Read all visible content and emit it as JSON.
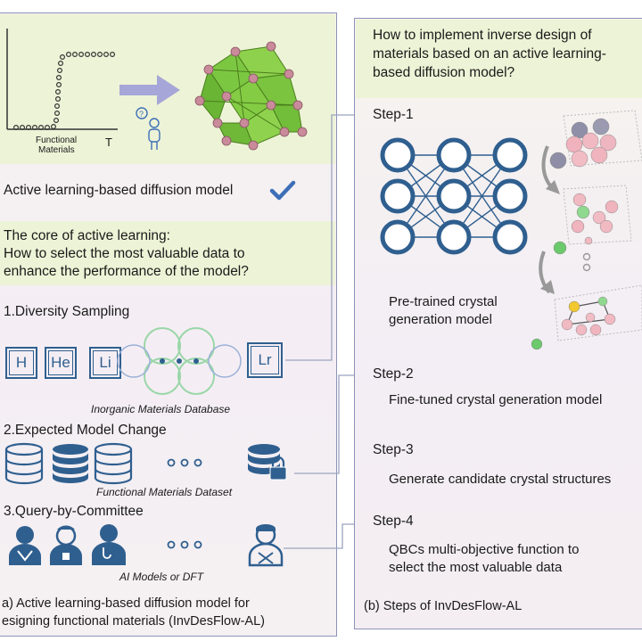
{
  "left_panel": {
    "graph": {
      "xlabel_line1": "Functional",
      "xlabel_line2": "Materials",
      "axis_T": "T"
    },
    "model_label": "Active learning-based diffusion model",
    "core_line1": "The core of active learning:",
    "core_line2": "How to select the most valuable data to",
    "core_line3": "enhance the performance of the model?",
    "section1_title": "1.Diversity Sampling",
    "elements": [
      "H",
      "He",
      "Li",
      "Lr"
    ],
    "database_caption": "Inorganic Materials Database",
    "section2_title": "2.Expected Model Change",
    "dataset_caption": "Functional Materials Dataset",
    "section3_title": "3.Query-by-Committee",
    "committee_caption": "AI Models or DFT",
    "caption_line1": "a) Active learning-based diffusion model for",
    "caption_line2": "esigning functional materials (InvDesFlow-AL)"
  },
  "right_panel": {
    "question_line1": "How to implement inverse design of",
    "question_line2": "materials based on an active learning-",
    "question_line3": "based diffusion model?",
    "steps": [
      {
        "label": "Step-1",
        "desc_line1": "Pre-trained crystal",
        "desc_line2": "generation model"
      },
      {
        "label": "Step-2",
        "desc_line1": "Fine-tuned crystal generation model"
      },
      {
        "label": "Step-3",
        "desc_line1": "Generate candidate crystal structures"
      },
      {
        "label": "Step-4",
        "desc_line1": "QBCs multi-objective function to",
        "desc_line2": "select the most valuable data"
      }
    ],
    "caption": "(b) Steps of InvDesFlow-AL"
  },
  "colors": {
    "border": "#8c93b8",
    "highlight_green": "#edf3d6",
    "icon_blue": "#2f5f8f",
    "check_blue": "#3d6fb8",
    "connector": "#9aa3c0"
  },
  "icons": [
    "check-icon",
    "neural-network-icon",
    "database-icon",
    "person-icon",
    "lock-icon",
    "arrow-right-icon",
    "crystal-structure-icon"
  ]
}
